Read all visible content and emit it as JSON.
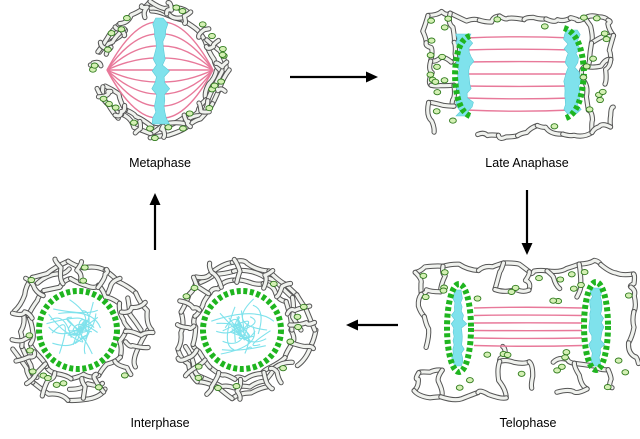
{
  "labels": {
    "metaphase": "Metaphase",
    "late_anaphase": "Late Anaphase",
    "telophase": "Telophase",
    "interphase": "Interphase"
  },
  "colors": {
    "er_fill": "#f0f2ee",
    "er_stroke": "#555555",
    "ribosome_fill": "#d4f0b4",
    "ribosome_stroke": "#2f7a1c",
    "spindle": "#e8799a",
    "chromatin": "#7fe2ec",
    "nuclear_envelope": "#1fb51f",
    "arrow": "#000000"
  }
}
